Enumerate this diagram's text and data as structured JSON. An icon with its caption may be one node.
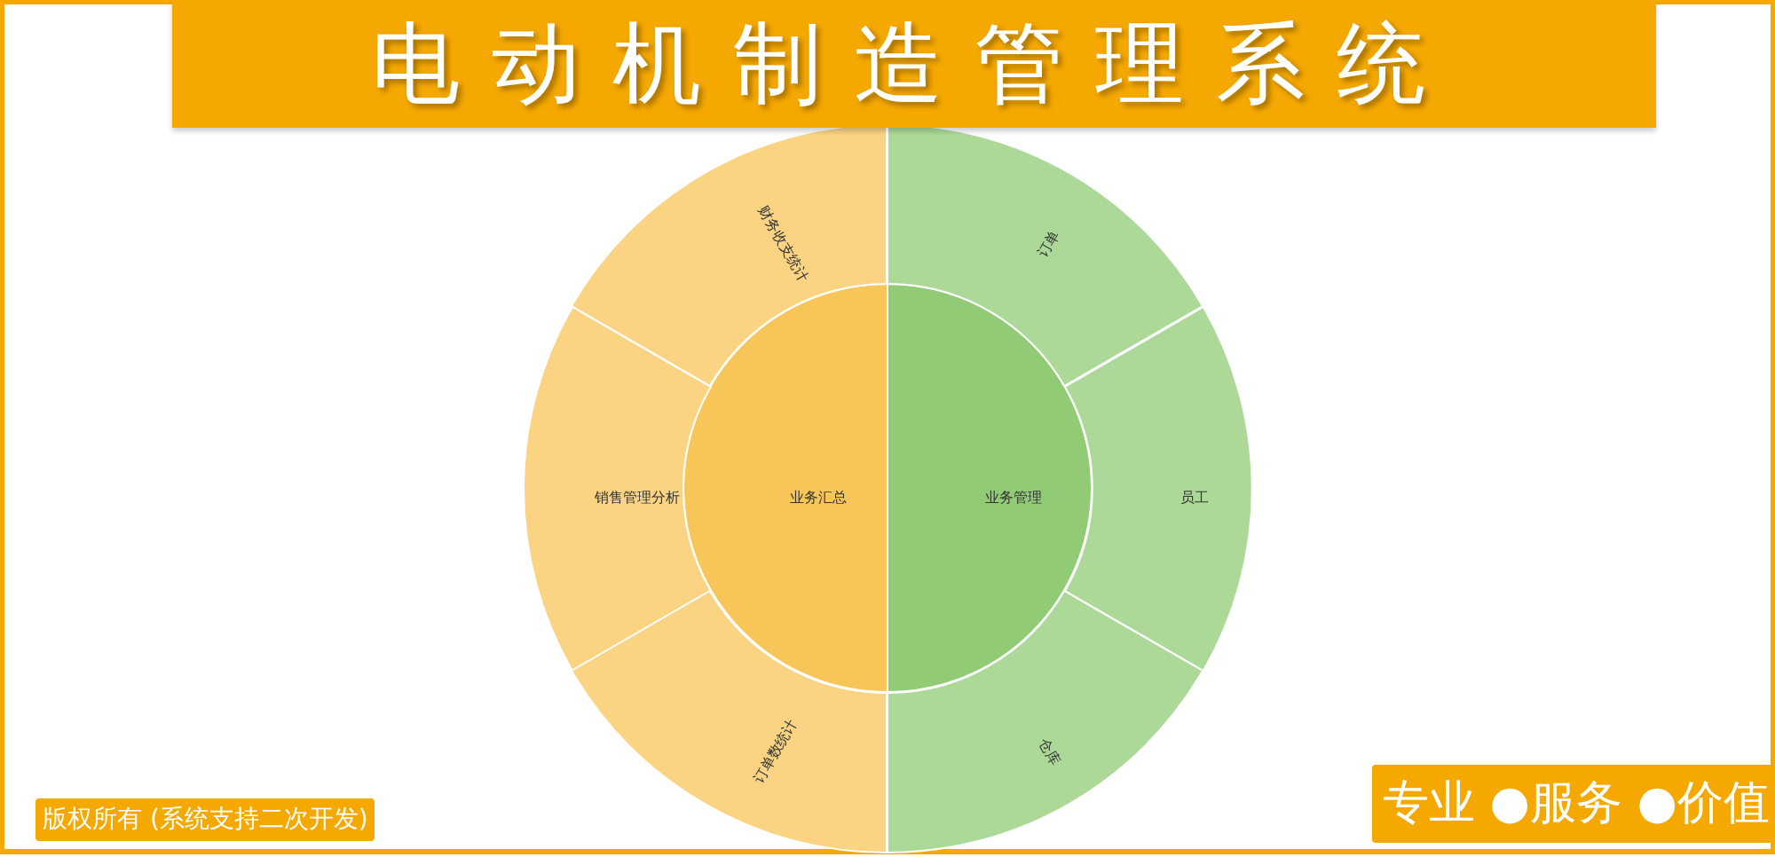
{
  "diagram": {
    "title": "电动机制造管理系统",
    "nodes": [
      {
        "text": [
          "业务汇总"
        ]
      },
      {
        "text": [
          "业务管理"
        ]
      },
      {
        "text": [
          "财务收支统计"
        ]
      },
      {
        "text": [
          "销售管理分析"
        ]
      },
      {
        "text": [
          "订单数统计"
        ]
      },
      {
        "text": [
          "订单"
        ]
      },
      {
        "text": [
          "员工"
        ]
      },
      {
        "text": [
          "仓库"
        ]
      }
    ],
    "labels": [
      "版权所有 (系统支持二次开发)",
      "专业 ●服务 ●价值"
    ]
  }
}
